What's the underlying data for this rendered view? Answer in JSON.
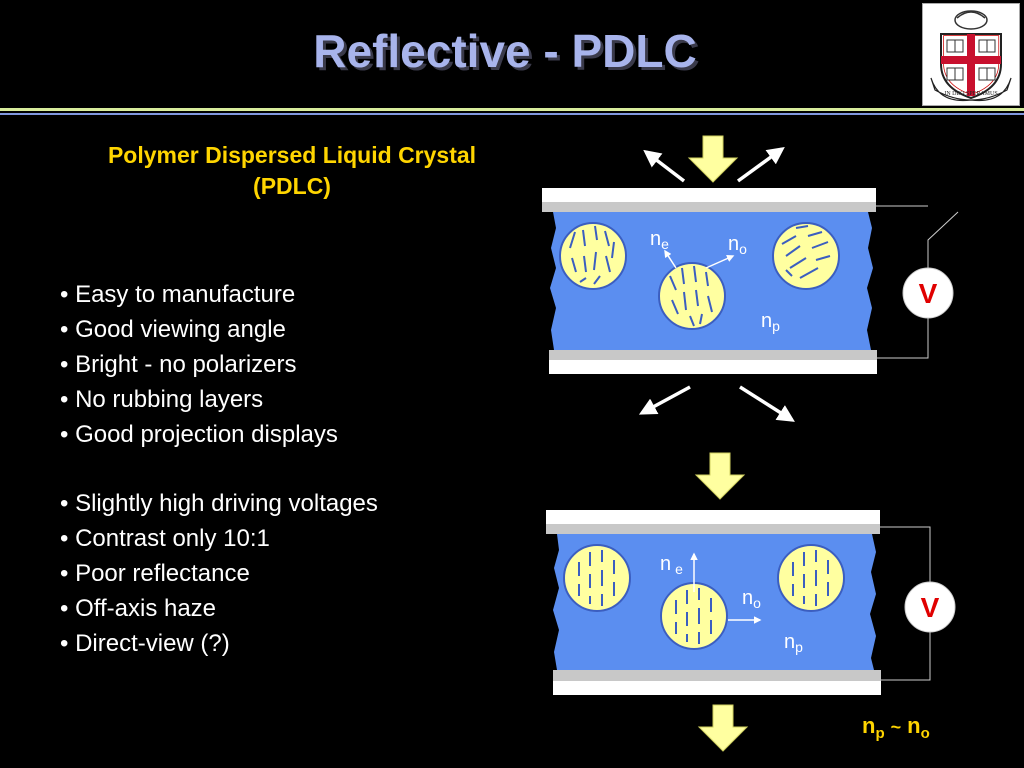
{
  "title": "Reflective - PDLC",
  "logo": {
    "motto": "IN DEO SPERAMUS"
  },
  "subtitle_line1": "Polymer Dispersed Liquid Crystal",
  "subtitle_line2": "(PDLC)",
  "advantages": [
    "• Easy to manufacture",
    "• Good viewing angle",
    "• Bright - no polarizers",
    "• No rubbing layers",
    "• Good projection displays"
  ],
  "disadvantages": [
    "• Slightly high driving voltages",
    "• Contrast only 10:1",
    "• Poor reflectance",
    "• Off-axis haze",
    "• Direct-view (?)"
  ],
  "cell_top": {
    "voltage": "V",
    "ne": "n",
    "ne_sub": "e",
    "no": "n",
    "no_sub": "o",
    "np": "n",
    "np_sub": "p"
  },
  "cell_bottom": {
    "voltage": "V",
    "ne": "n",
    "ne_sub": "e",
    "no": "n",
    "no_sub": "o",
    "np": "n",
    "np_sub": "p"
  },
  "condition": {
    "n1": "n",
    "sub1": "p",
    "op": "~",
    "n2": "n",
    "sub2": "o"
  },
  "colors": {
    "title": "#a8b4ec",
    "subtitle": "#ffd500",
    "lc_layer": "#5b8ef0",
    "droplet": "#ffffa0",
    "arrow": "#ffffa0",
    "voltage": "#ff0000"
  }
}
